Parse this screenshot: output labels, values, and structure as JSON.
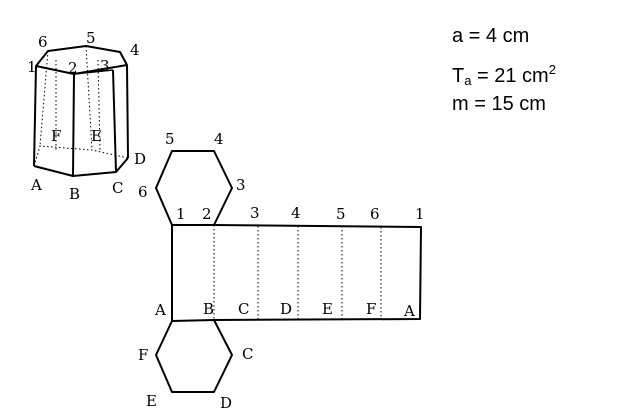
{
  "given": {
    "a_text": "a = 4 cm",
    "ta_symbol": "T",
    "ta_sub": "a",
    "ta_value": " = 21 cm",
    "ta_sup": "2",
    "m_text": "m = 15 cm"
  },
  "prism_labels": {
    "v6": "6",
    "v5": "5",
    "v4": "4",
    "v1": "1",
    "v2": "2",
    "v3": "3",
    "vF": "F",
    "vE": "E",
    "vD": "D",
    "vA": "A",
    "vB": "B",
    "vC": "C"
  },
  "net_labels": {
    "top": {
      "h5": "5",
      "h4": "4",
      "h6": "6",
      "h3": "3",
      "h1": "1",
      "h2": "2"
    },
    "strip_top": {
      "s3": "3",
      "s4": "4",
      "s5": "5",
      "s6": "6",
      "s1": "1"
    },
    "strip_bottom": {
      "bA": "A",
      "bB": "B",
      "bC": "C",
      "bD": "D",
      "bE": "E",
      "bF": "F",
      "bA2": "A"
    },
    "bottom_hex": {
      "F": "F",
      "C": "C",
      "E": "E",
      "D": "D"
    }
  }
}
